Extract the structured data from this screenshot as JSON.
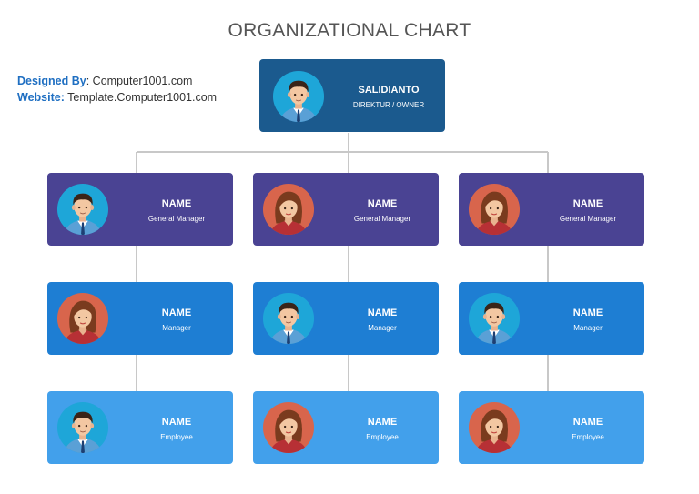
{
  "title": "ORGANIZATIONAL CHART",
  "credits": {
    "designed_label": "Designed By",
    "designed_value": "Computer1001.com",
    "website_label": "Website:",
    "website_value": "Template.Computer1001.com"
  },
  "colors": {
    "owner": "#1b5a8e",
    "general_manager": "#4a4393",
    "manager": "#1e7ed3",
    "employee": "#42a0eb",
    "connector": "#c8c8c8",
    "male_avatar_bg": "#1ea6d8",
    "female_avatar_bg": "#d8654c"
  },
  "owner": {
    "name": "SALIDIANTO",
    "role": "DIREKTUR / OWNER",
    "avatar": "male-avatar-icon"
  },
  "general_managers": [
    {
      "name": "NAME",
      "role": "General Manager",
      "avatar": "male-avatar-icon"
    },
    {
      "name": "NAME",
      "role": "General Manager",
      "avatar": "female-avatar-icon"
    },
    {
      "name": "NAME",
      "role": "General Manager",
      "avatar": "female-avatar-icon"
    }
  ],
  "managers": [
    {
      "name": "NAME",
      "role": "Manager",
      "avatar": "female-avatar-icon"
    },
    {
      "name": "NAME",
      "role": "Manager",
      "avatar": "male-avatar-icon"
    },
    {
      "name": "NAME",
      "role": "Manager",
      "avatar": "male-avatar-icon"
    }
  ],
  "employees": [
    {
      "name": "NAME",
      "role": "Employee",
      "avatar": "male-avatar-icon"
    },
    {
      "name": "NAME",
      "role": "Employee",
      "avatar": "female-avatar-icon"
    },
    {
      "name": "NAME",
      "role": "Employee",
      "avatar": "female-avatar-icon"
    }
  ]
}
